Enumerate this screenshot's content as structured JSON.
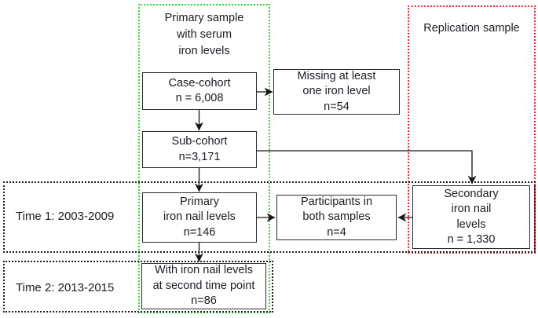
{
  "diagram": {
    "regions": {
      "primary_sample": {
        "title_line1": "Primary sample",
        "title_line2": "with serum",
        "title_line3": "iron levels",
        "border_color": "#2adf2a"
      },
      "replication": {
        "title": "Replication sample",
        "border_color": "#f42a2a"
      },
      "time1": {
        "label": "Time 1: 2003-2009",
        "border_color": "#1d1d1d"
      },
      "time2": {
        "label": "Time 2: 2013-2015",
        "border_color": "#1d1d1d"
      }
    },
    "boxes": {
      "case_cohort": {
        "line1": "Case-cohort",
        "line2": "n = 6,008"
      },
      "missing": {
        "line1": "Missing at least",
        "line2": "one iron level",
        "line3": "n=54"
      },
      "sub_cohort": {
        "line1": "Sub-cohort",
        "line2": "n=3,171"
      },
      "primary_nail": {
        "line1": "Primary",
        "line2": "iron nail levels",
        "line3": "n=146"
      },
      "participants": {
        "line1": "Participants in",
        "line2": "both samples",
        "line3": "n=4"
      },
      "secondary_nail": {
        "line1": "Secondary",
        "line2": "iron nail",
        "line3": "levels",
        "line4": "n = 1,330"
      },
      "second_time": {
        "line1": "With iron nail levels",
        "line2": "at second time point",
        "line3": "n=86"
      }
    }
  }
}
